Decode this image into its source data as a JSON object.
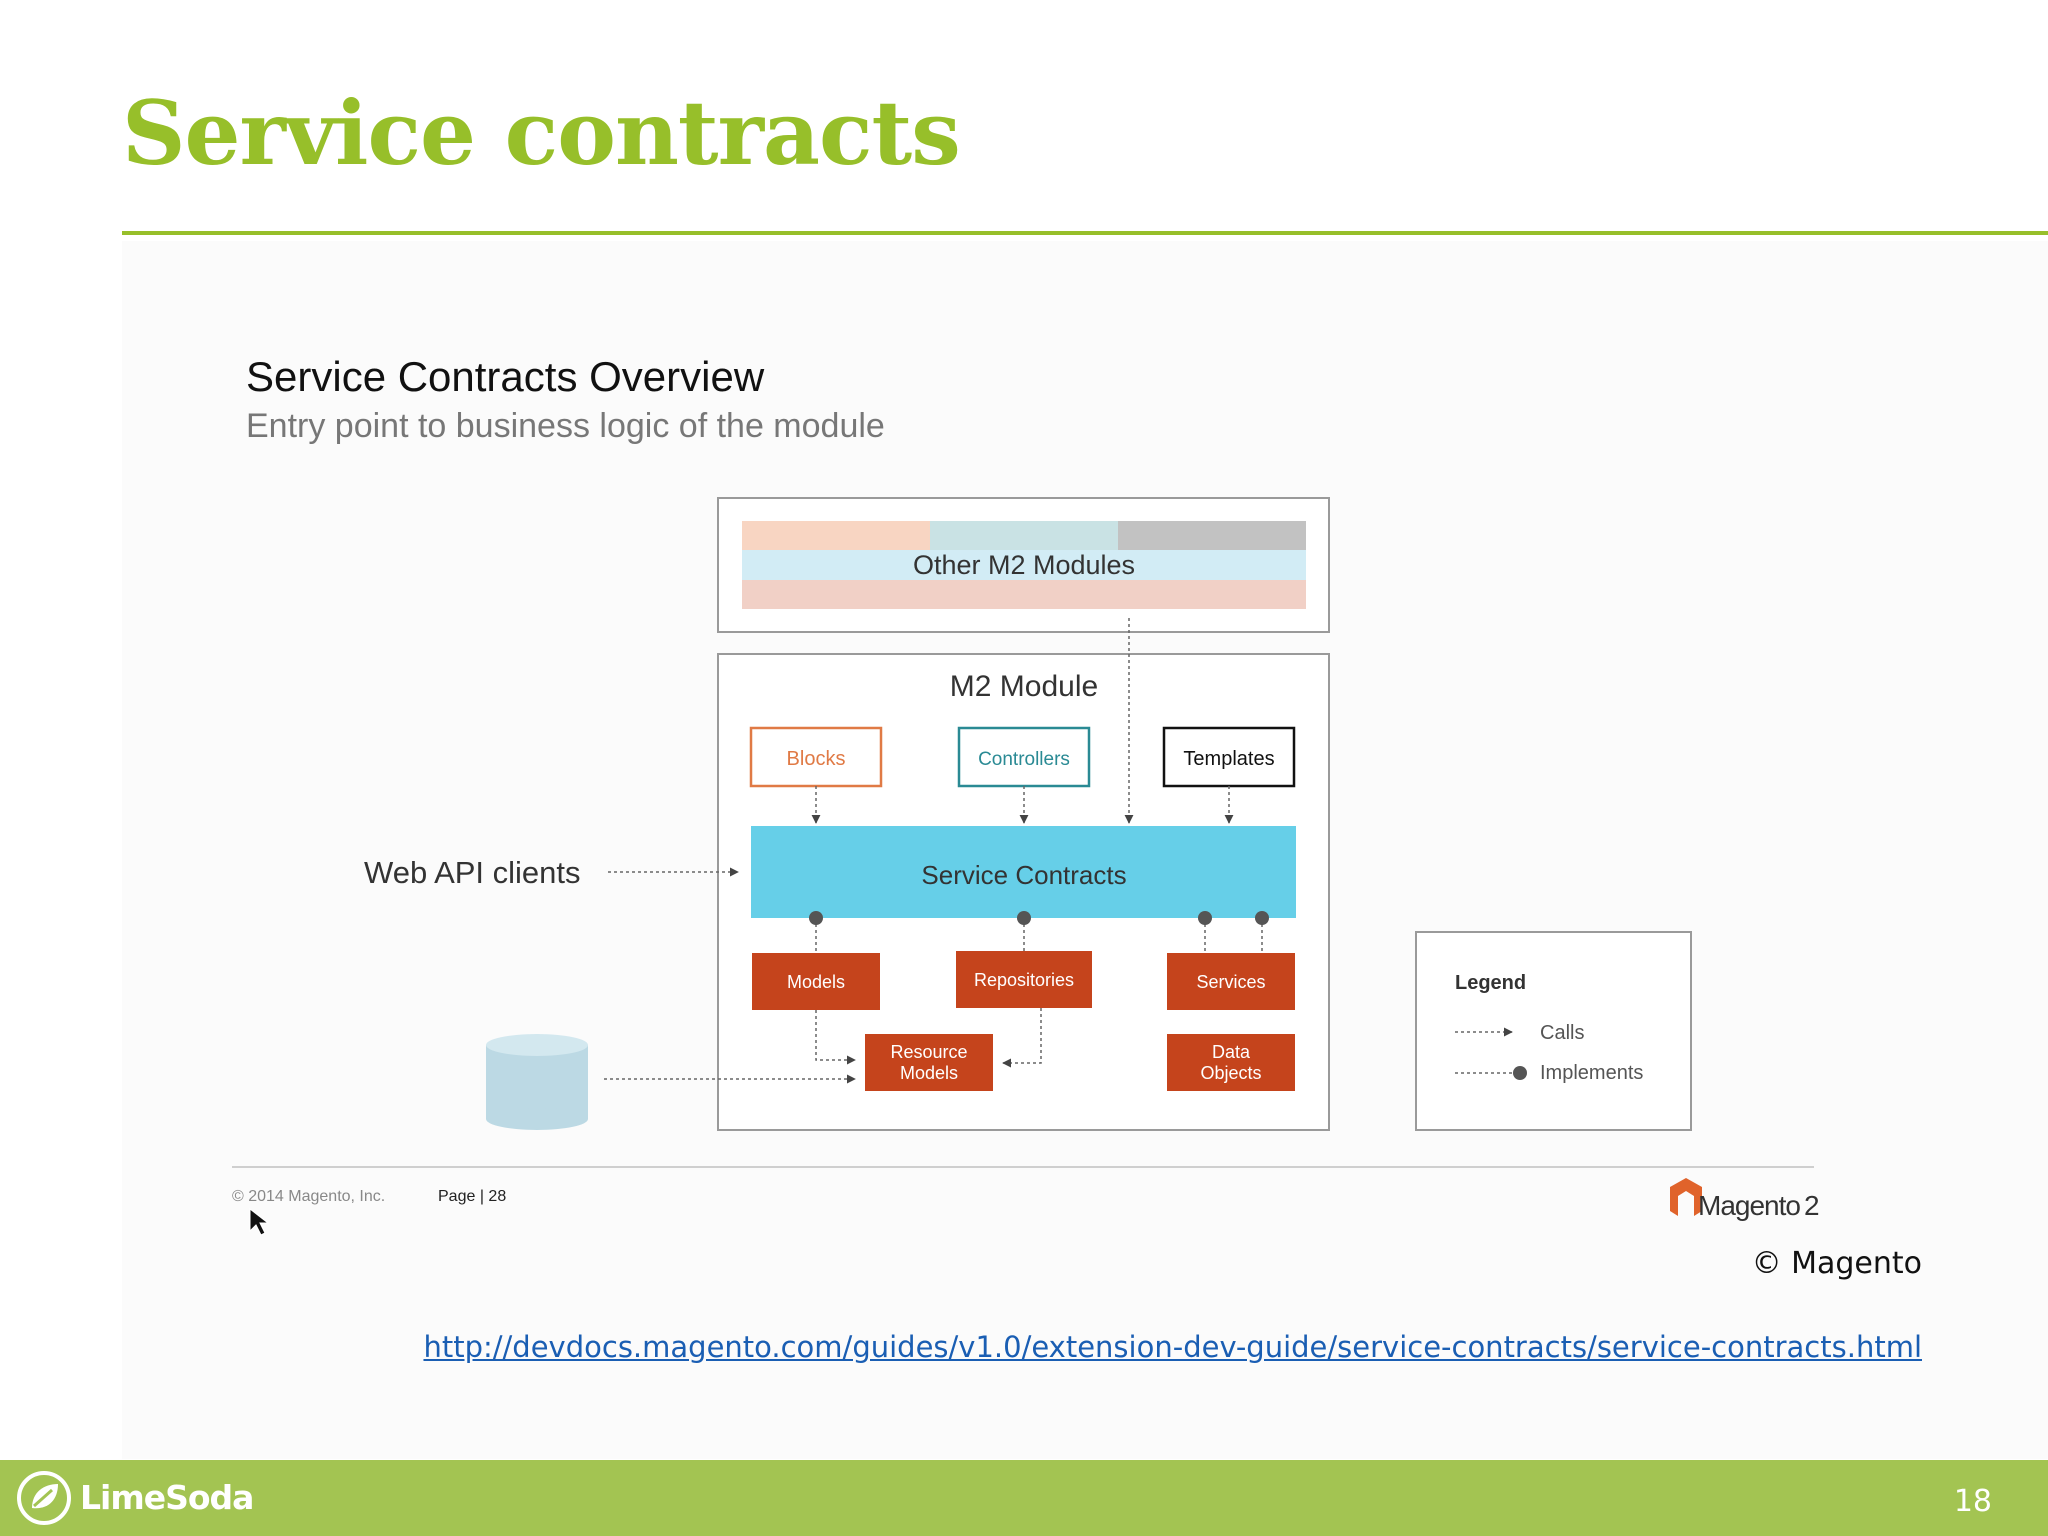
{
  "slide": {
    "title": "Service contracts",
    "page_number": "18",
    "copyright": "© Magento",
    "link": "http://devdocs.magento.com/guides/v1.0/extension-dev-guide/service-contracts/service-contracts.html",
    "brand": "LimeSoda",
    "colors": {
      "accent": "#97bf2a",
      "footer": "#a3c452",
      "link": "#1a5eb3"
    }
  },
  "diagram": {
    "title": "Service Contracts Overview",
    "subtitle": "Entry point to business logic of the module",
    "other_modules_label": "Other M2 Modules",
    "module_label": "M2 Module",
    "blocks_label": "Blocks",
    "controllers_label": "Controllers",
    "templates_label": "Templates",
    "service_contracts_label": "Service Contracts",
    "web_api_label": "Web API clients",
    "models_label": "Models",
    "repositories_label": "Repositories",
    "services_label": "Services",
    "resource_models_line1": "Resource",
    "resource_models_line2": "Models",
    "data_objects_line1": "Data",
    "data_objects_line2": "Objects",
    "legend_title": "Legend",
    "legend_calls": "Calls",
    "legend_implements": "Implements",
    "footer_copyright": "© 2014 Magento, Inc.",
    "footer_page": "Page  |  28",
    "magento_logo_text": "Magento",
    "magento_logo_version": "2",
    "colors": {
      "blocks": "#e07a45",
      "controllers": "#2a8a94",
      "service_contracts": "#66cfe8",
      "orange_box": "#c5441c",
      "cylinder": "#bcd9e4"
    }
  }
}
